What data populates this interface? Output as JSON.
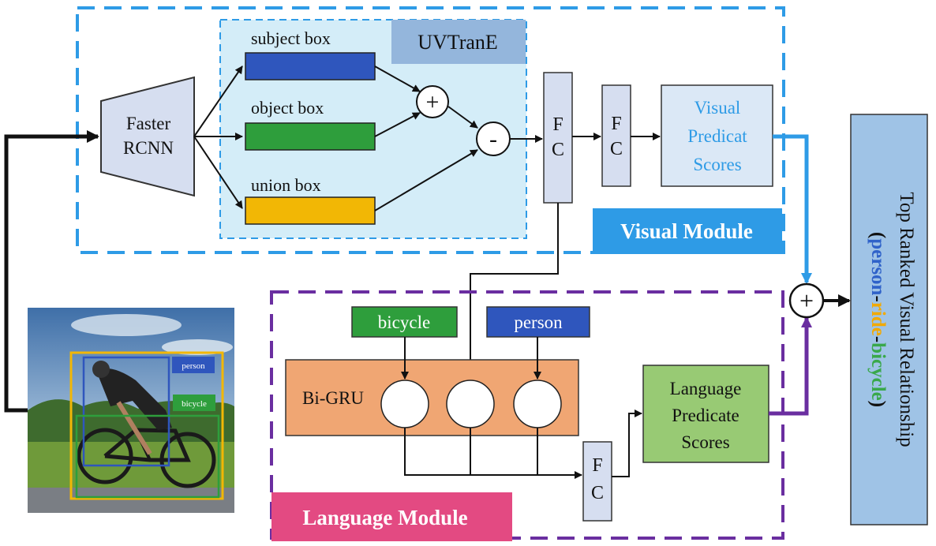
{
  "visual_module": {
    "title": "Visual Module",
    "uvtrane": "UVTranE",
    "faster_rcnn": [
      "Faster",
      "RCNN"
    ],
    "subject_box": "subject box",
    "object_box": "object box",
    "union_box": "union box",
    "plus": "+",
    "minus": "-",
    "fc1": [
      "F",
      "C"
    ],
    "fc2": [
      "F",
      "C"
    ],
    "scores": [
      "Visual",
      "Predicat",
      "Scores"
    ]
  },
  "language_module": {
    "title": "Language Module",
    "bicycle": "bicycle",
    "person": "person",
    "bigru": "Bi-GRU",
    "fc": [
      "F",
      "C"
    ],
    "scores": [
      "Language",
      "Predicate",
      "Scores"
    ]
  },
  "photo": {
    "person_label": "person",
    "bicycle_label": "bicycle"
  },
  "fusion": {
    "plus": "+"
  },
  "output": {
    "title": "Top Ranked Visual Relationship",
    "paren_open": "(",
    "w1": "person",
    "d1": "-",
    "w2": "ride",
    "d2": "-",
    "w3": "bicycle",
    "paren_close": ")"
  },
  "colors": {
    "visual_blue": "#2e9be6",
    "language_purple": "#6a2ea0",
    "language_pink": "#e34a82",
    "uvtrane_fill": "#d4edf8",
    "uvtrane_label_fill": "#94b6dc",
    "subject_fill": "#2f56bd",
    "object_fill": "#2e9e3c",
    "union_fill": "#f2b705",
    "fc_fill": "#d6def0",
    "scores_fill": "#dbe8f6",
    "bigru_fill": "#f0a673",
    "lang_scores_fill": "#98ca74",
    "output_fill": "#9fc3e6",
    "person_word": "#2f62c9",
    "ride_word": "#f2a900",
    "bicycle_word": "#39a84a"
  }
}
